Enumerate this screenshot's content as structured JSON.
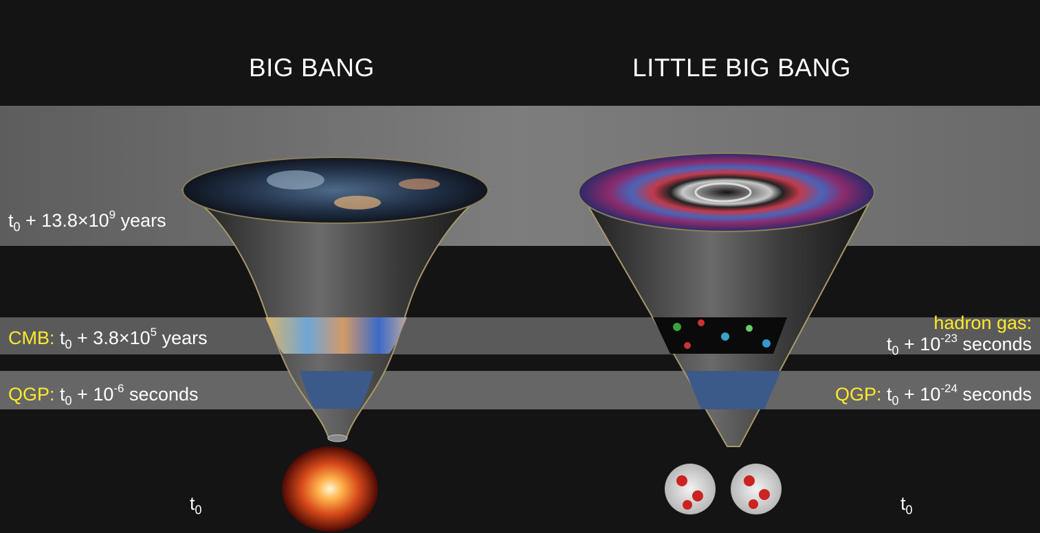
{
  "left_title": "BIG BANG",
  "right_title": "LITTLE BIG BANG",
  "labels": {
    "today": {
      "t": "t",
      "sub": "0",
      "text": " + 13.8×10",
      "sup": "9",
      "tail": " years"
    },
    "cmb": {
      "prefix": "CMB:",
      "t": " t",
      "sub": "0",
      "text": " + 3.8×10",
      "sup": "5",
      "tail": " years"
    },
    "qgp_left": {
      "prefix": "QGP:",
      "t": " t",
      "sub": "0",
      "text": " + 10",
      "sup": "-6",
      "tail": " seconds"
    },
    "hadron": {
      "prefix": "hadron gas:",
      "t": "t",
      "sub": "0",
      "text": " + 10",
      "sup": "-23",
      "tail": " seconds"
    },
    "qgp_right": {
      "prefix": "QGP:",
      "t": " t",
      "sub": "0",
      "text": " + 10",
      "sup": "-24",
      "tail": " seconds"
    },
    "t0_left": {
      "t": "t",
      "sub": "0"
    },
    "t0_right": {
      "t": "t",
      "sub": "0"
    }
  },
  "colors": {
    "highlight": "#ffea2a",
    "band": "#7a7a7a",
    "background": "#141414"
  }
}
